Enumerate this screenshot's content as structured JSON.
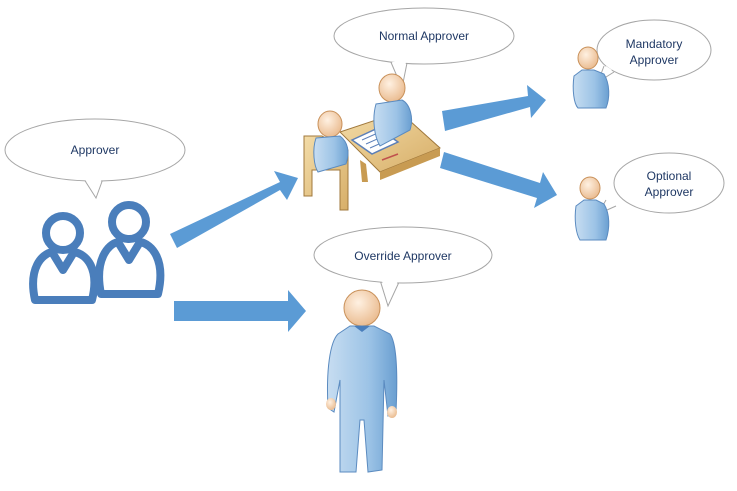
{
  "bubbles": {
    "approver": "Approver",
    "normal": "Normal Approver",
    "mandatory_line1": "Mandatory",
    "mandatory_line2": "Approver",
    "optional_line1": "Optional",
    "optional_line2": "Approver",
    "override": "Override Approver"
  },
  "colors": {
    "arrow": "#5b9bd5",
    "group_icon": "#4a7ebb",
    "person_body": "#9cc3e6",
    "person_head": "#f5d5b4",
    "desk": "#e8c88c",
    "bubble_border": "#a6a6a6",
    "text": "#1f3864"
  }
}
